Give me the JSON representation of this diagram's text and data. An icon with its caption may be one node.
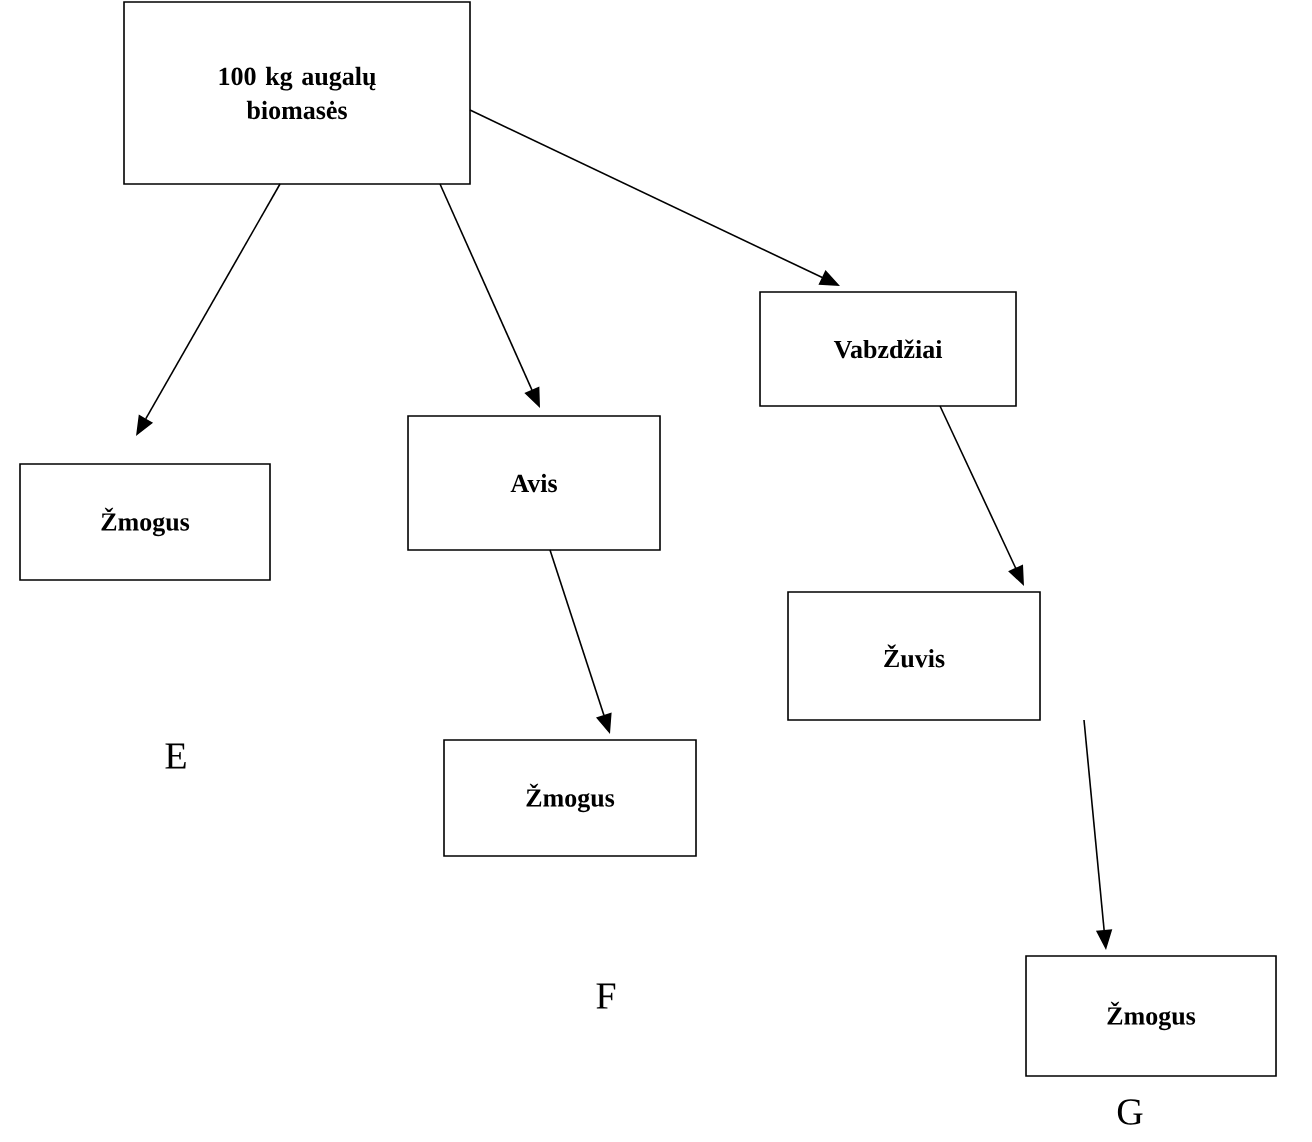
{
  "diagram": {
    "nodes": [
      {
        "text": [
          "100 kg augalų biomasės"
        ]
      },
      {
        "text": [
          "Žmogus"
        ]
      },
      {
        "text": [
          "Avis"
        ]
      },
      {
        "text": [
          "Vabzdžiai"
        ]
      },
      {
        "text": [
          "Žmogus"
        ]
      },
      {
        "text": [
          "Žuvis"
        ]
      },
      {
        "text": [
          "Žmogus"
        ]
      }
    ],
    "labels": [
      "E",
      "F",
      "G"
    ],
    "edges": [
      {
        "from": 0,
        "to": 1,
        "arrow": "to"
      },
      {
        "from": 0,
        "to": 2,
        "arrow": "to"
      },
      {
        "from": 0,
        "to": 3,
        "arrow": "to"
      },
      {
        "from": 2,
        "to": 4,
        "arrow": "to"
      },
      {
        "from": 3,
        "to": 5,
        "arrow": "to"
      },
      {
        "from": 5,
        "to": 6,
        "arrow": "to"
      }
    ]
  }
}
